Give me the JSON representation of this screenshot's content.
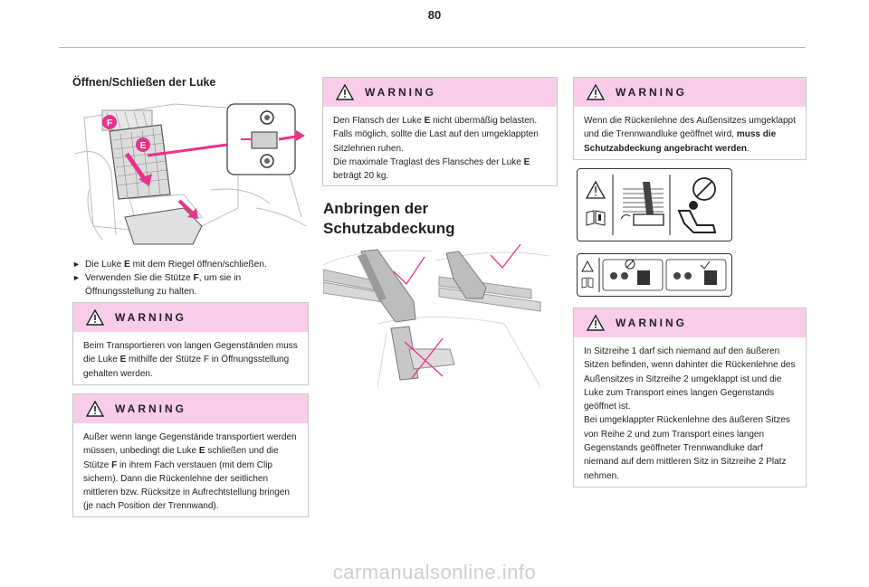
{
  "page": {
    "number": "80",
    "watermark": "carmanualsonline.info"
  },
  "col1": {
    "heading": "Öffnen/Schließen der Luke",
    "illustration_labels": [
      "F",
      "E"
    ],
    "bullets": [
      {
        "mark": "►",
        "pre": "Die Luke ",
        "bold": "E",
        "post": " mit dem Riegel öffnen/schließen."
      },
      {
        "mark": "►",
        "pre": "Verwenden Sie die Stütze ",
        "bold": "F",
        "post": ", um sie in Öffnungsstellung zu halten."
      }
    ],
    "warning1": {
      "title": "WARNING",
      "pre": "Beim Transportieren von langen Gegenständen muss die Luke ",
      "bold": "E",
      "post": " mithilfe der Stütze F in Öffnungsstellung gehalten werden."
    },
    "warning2": {
      "title": "WARNING",
      "p1": "Außer wenn lange Gegenstände transportiert werden müssen, unbedingt die Luke ",
      "b1": "E",
      "p2": " schließen und die Stütze ",
      "b2": "F",
      "p3": " in ihrem Fach verstauen (mit dem Clip sichern). Dann die Rückenlehne der seitlichen mittleren bzw. Rücksitze in Aufrechtstellung bringen (je nach Position der Trennwand)."
    }
  },
  "col2": {
    "warning": {
      "title": "WARNING",
      "p1": "Den Flansch der Luke ",
      "b1": "E",
      "p2": " nicht übermäßig belasten. Falls möglich, sollte die Last auf den umgeklappten Sitzlehnen ruhen.",
      "p3": "Die maximale Traglast des Flansches der Luke ",
      "b3": "E",
      "p4": " beträgt 20 kg."
    },
    "heading_line1": "Anbringen der",
    "heading_line2": "Schutzabdeckung"
  },
  "col3": {
    "warning1": {
      "title": "WARNING",
      "pre": "Wenn die Rückenlehne des Außensitzes umgeklappt und die Trennwandluke geöffnet wird, ",
      "bold": "muss die Schutzabdeckung angebracht werden",
      "post": "."
    },
    "warning2": {
      "title": "WARNING",
      "p1": "In Sitzreihe 1 darf sich niemand auf den äußeren Sitzen befinden, wenn dahinter die Rückenlehne des Außensitzes in Sitzreihe 2 umgeklappt ist und die Luke zum Transport eines langen Gegenstands geöffnet ist.",
      "p2": "Bei umgeklappter Rückenlehne des äußeren Sitzes von Reihe 2 und zum Transport eines langen Gegenstands geöffneter Trennwandluke darf niemand auf dem mittleren Sitz in Sitzreihe 2 Platz nehmen."
    }
  },
  "colors": {
    "warning_header": "#f9cdea",
    "accent_magenta": "#e8338a",
    "border": "#c8c8c8"
  }
}
